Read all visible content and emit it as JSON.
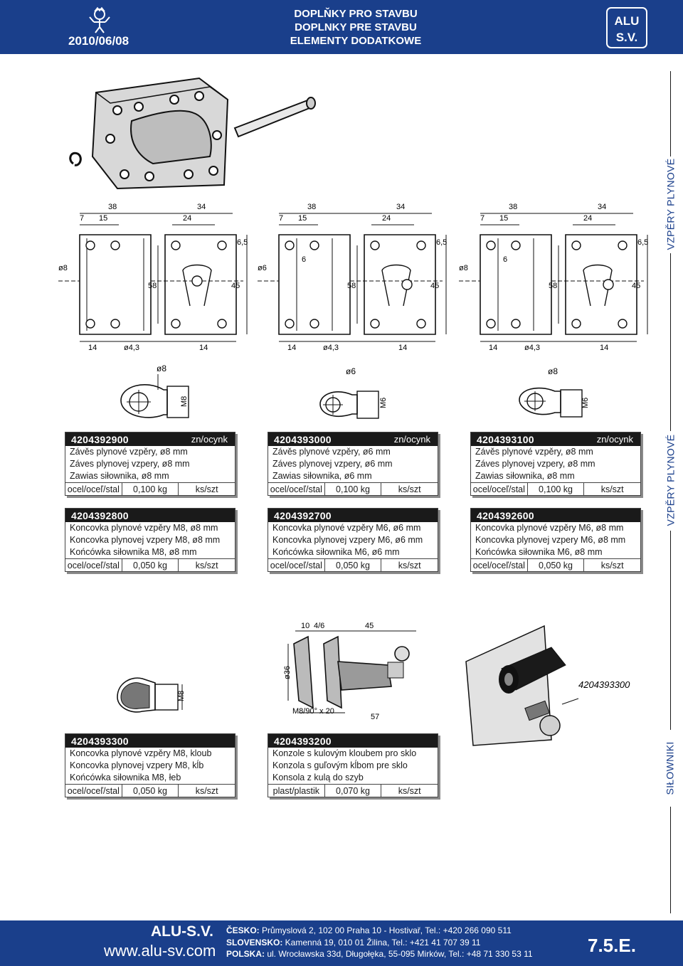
{
  "header": {
    "date": "2010/06/08",
    "titles": [
      "DOPLŇKY PRO STAVBU",
      "DOPLNKY PRE STAVBU",
      "ELEMENTY DODATKOWE"
    ],
    "logo_line1": "ALU",
    "logo_line2": "S.V."
  },
  "side_labels": {
    "top": "VZPĚRY PLYNOVÉ",
    "middle": "VZPĚRY PLYNOVÉ",
    "bottom": "SIŁOWNIKI"
  },
  "drawings": {
    "bracket_1": {
      "d_top": "38",
      "d_7": "7",
      "d_15": "15",
      "d_34": "34",
      "d_24": "24",
      "d_65": "6,5",
      "d_hole": "ø8",
      "d_58": "58",
      "d_45": "45",
      "d_14a": "14",
      "d_43": "ø4,3",
      "d_14b": "14"
    },
    "bracket_2": {
      "d_top": "38",
      "d_7": "7",
      "d_15": "15",
      "d_34": "34",
      "d_24": "24",
      "d_65": "6,5",
      "d_6": "6",
      "d_hole": "ø6",
      "d_58": "58",
      "d_45": "45",
      "d_14a": "14",
      "d_43": "ø4,3",
      "d_14b": "14"
    },
    "bracket_3": {
      "d_top": "38",
      "d_7": "7",
      "d_15": "15",
      "d_34": "34",
      "d_24": "24",
      "d_65": "6,5",
      "d_6": "6",
      "d_hole": "ø8",
      "d_58": "58",
      "d_45": "45",
      "d_14a": "14",
      "d_43": "ø4,3",
      "d_14b": "14"
    },
    "eye_1": {
      "hole": "ø8",
      "thread": "M8"
    },
    "eye_2": {
      "hole": "ø6",
      "thread": "M6"
    },
    "eye_3": {
      "hole": "ø8",
      "thread": "M6"
    },
    "ball_end": {
      "thread": "M8"
    },
    "glass_bracket": {
      "d_10": "10",
      "d_46": "4/6",
      "d_45": "45",
      "d_36": "ø36",
      "d_thread": "M8/90° x 20",
      "d_57": "57"
    },
    "photo_label": "4204393300"
  },
  "cards": [
    {
      "code": "4204392900",
      "finish": "zn/ocynk",
      "lines": [
        "Závěs plynové vzpěry, ø8 mm",
        "Záves plynovej vzpery, ø8 mm",
        "Zawias siłownika, ø8 mm"
      ],
      "material": "ocel/oceľ/stal",
      "weight": "0,100 kg",
      "unit": "ks/szt"
    },
    {
      "code": "4204393000",
      "finish": "zn/ocynk",
      "lines": [
        "Závěs plynové vzpěry, ø6 mm",
        "Záves plynovej vzpery, ø6 mm",
        "Zawias siłownika, ø6 mm"
      ],
      "material": "ocel/oceľ/stal",
      "weight": "0,100 kg",
      "unit": "ks/szt"
    },
    {
      "code": "4204393100",
      "finish": "zn/ocynk",
      "lines": [
        "Závěs plynové vzpěry, ø8 mm",
        "Záves plynovej vzpery, ø8 mm",
        "Zawias siłownika, ø8 mm"
      ],
      "material": "ocel/oceľ/stal",
      "weight": "0,100 kg",
      "unit": "ks/szt"
    },
    {
      "code": "4204392800",
      "finish": "",
      "lines": [
        "Koncovka plynové vzpěry M8, ø8 mm",
        "Koncovka plynovej vzpery M8, ø8 mm",
        "Końcówka siłownika M8, ø8 mm"
      ],
      "material": "ocel/oceľ/stal",
      "weight": "0,050 kg",
      "unit": "ks/szt"
    },
    {
      "code": "4204392700",
      "finish": "",
      "lines": [
        "Koncovka plynové vzpěry M6, ø6 mm",
        "Koncovka plynovej vzpery M6, ø6 mm",
        "Końcówka siłownika M6, ø6 mm"
      ],
      "material": "ocel/oceľ/stal",
      "weight": "0,050 kg",
      "unit": "ks/szt"
    },
    {
      "code": "4204392600",
      "finish": "",
      "lines": [
        "Koncovka plynové vzpěry M6, ø8 mm",
        "Koncovka plynovej vzpery M6, ø8 mm",
        "Końcówka siłownika M6, ø8 mm"
      ],
      "material": "ocel/oceľ/stal",
      "weight": "0,050 kg",
      "unit": "ks/szt"
    },
    {
      "code": "4204393300",
      "finish": "",
      "lines": [
        "Koncovka plynové vzpěry M8, kloub",
        "Koncovka plynovej vzpery M8, kĺb",
        "Końcówka siłownika M8, łeb"
      ],
      "material": "ocel/oceľ/stal",
      "weight": "0,050 kg",
      "unit": "ks/szt"
    },
    {
      "code": "4204393200",
      "finish": "",
      "lines": [
        "Konzole s kulovým kloubem pro sklo",
        "Konzola s guľovým kĺbom pre sklo",
        "Konsola z kulą do szyb"
      ],
      "material": "plast/plastik",
      "weight": "0,070 kg",
      "unit": "ks/szt"
    }
  ],
  "footer": {
    "brand": "ALU-S.V.",
    "web": "www.alu-sv.com",
    "lines": [
      {
        "country": "ČESKO:",
        "address": " Průmyslová 2, 102 00 Praha 10 - Hostivař, Tel.: +420 266 090 511"
      },
      {
        "country": "SLOVENSKO:",
        "address": " Kamenná 19, 010 01 Žilina, Tel.: +421 41 707 39 11"
      },
      {
        "country": "POLSKA:",
        "address": " ul. Wrocławska 33d, Długołęka, 55-095 Mirków, Tel.: +48 71 330 53 11"
      }
    ],
    "page": "7.5.E."
  }
}
